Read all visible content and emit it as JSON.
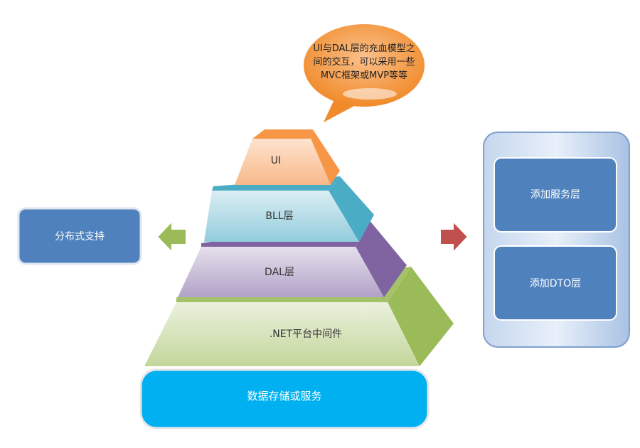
{
  "bubble": {
    "lines": [
      "UI与DAL层的充血模型之",
      "间的交互，可以采用一些",
      "MVC框架或MVP等等"
    ]
  },
  "pyramid": {
    "ui": "UI",
    "bll": "BLL层",
    "dal": "DAL层",
    "net": ".NET平台中间件",
    "base": "数据存储或服务"
  },
  "left_box": "分布式支持",
  "right_panel": {
    "box1": "添加服务层",
    "box2": "添加DTO层"
  },
  "colors": {
    "ui": "#f79646",
    "bll": "#4bacc6",
    "dal": "#8064a2",
    "net": "#9bbb59",
    "base": "#00b0f0",
    "box": "#4f81bd",
    "arrow_left": "#9bbb59",
    "arrow_right": "#c0504d"
  }
}
